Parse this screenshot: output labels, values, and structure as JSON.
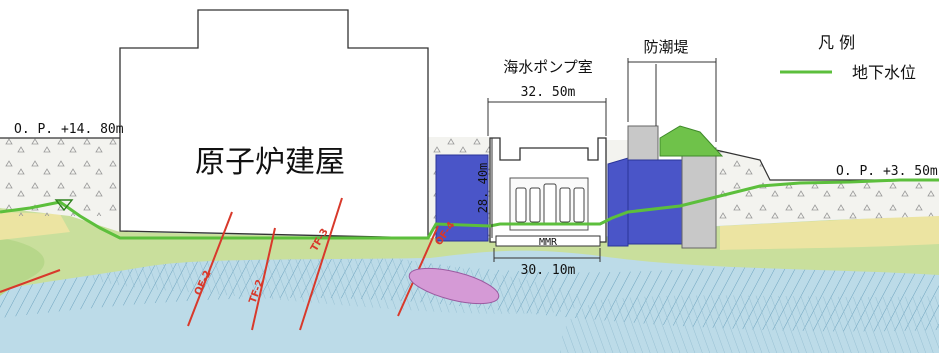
{
  "labels": {
    "reactor_building": "原子炉建屋",
    "pump_room": "海水ポンプ室",
    "seawall": "防潮堤",
    "mmr": "MMR"
  },
  "legend": {
    "title": "凡 例",
    "items": [
      {
        "label": "地下水位",
        "color": "#5cbf3c"
      }
    ]
  },
  "elevations": {
    "left": "O. P. +14. 80m",
    "right": "O. P. +3. 50m"
  },
  "dimensions": {
    "pump_top_width": "32. 50m",
    "pump_height": "28. 40m",
    "pump_bottom_width": "30. 10m"
  },
  "faults": [
    "OF-2",
    "TF-2",
    "TF-3",
    "OF-4"
  ],
  "colors": {
    "groundwater_line": "#5cbf3c",
    "improvement_zone": "#4a55c8",
    "fault_line": "#d8392b",
    "bedrock_blue": "#bcdbe8",
    "weathered_green": "#c9df9c",
    "sand_yellow": "#ece4a2",
    "pink_lens": "#d59ad6",
    "fill_white": "#f3f3ef",
    "wall_gray": "#c8c8c8"
  }
}
